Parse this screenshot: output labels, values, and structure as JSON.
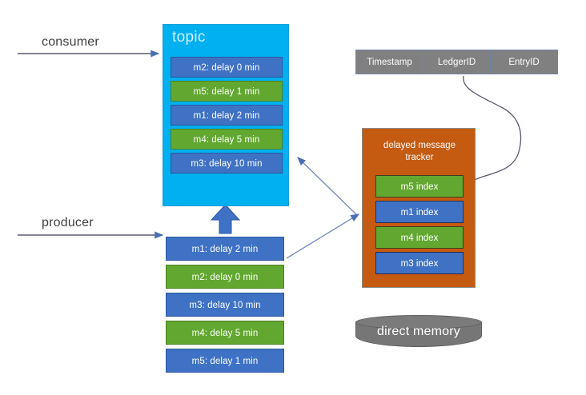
{
  "flows": {
    "consumer_label": "consumer",
    "producer_label": "producer"
  },
  "topic": {
    "title": "topic",
    "messages": [
      {
        "label": "m2: delay 0 min",
        "color": "blue"
      },
      {
        "label": "m5: delay 1 min",
        "color": "green"
      },
      {
        "label": "m1: delay 2 min",
        "color": "blue"
      },
      {
        "label": "m4: delay 5 min",
        "color": "green"
      },
      {
        "label": "m3: delay 10 min",
        "color": "blue"
      }
    ]
  },
  "producer_queue": {
    "messages": [
      {
        "label": "m1: delay 2 min",
        "color": "blue"
      },
      {
        "label": "m2: delay 0 min",
        "color": "green"
      },
      {
        "label": "m3: delay 10 min",
        "color": "blue"
      },
      {
        "label": "m4: delay 5 min",
        "color": "green"
      },
      {
        "label": "m5: delay 1 min",
        "color": "blue"
      }
    ]
  },
  "tracker": {
    "title": "delayed message tracker",
    "title_line1": "delayed message",
    "title_line2": "tracker",
    "indexes": [
      {
        "label": "m5 index",
        "color": "green"
      },
      {
        "label": "m1 index",
        "color": "blue"
      },
      {
        "label": "m4 index",
        "color": "green"
      },
      {
        "label": "m3 index",
        "color": "blue"
      }
    ]
  },
  "record_header": {
    "cells": [
      "Timestamp",
      "LedgerID",
      "EntryID"
    ]
  },
  "storage": {
    "direct_memory_label": "direct memory"
  },
  "colors": {
    "topic_background": "#00b0f0",
    "tracker_background": "#c55a11",
    "message_blue": "#3f72c4",
    "message_green": "#62a830",
    "header_gray": "#808080",
    "memory_gray": "#767676",
    "arrow_blue": "#4a6fb5",
    "arrow_gray": "#5a5a6e"
  }
}
